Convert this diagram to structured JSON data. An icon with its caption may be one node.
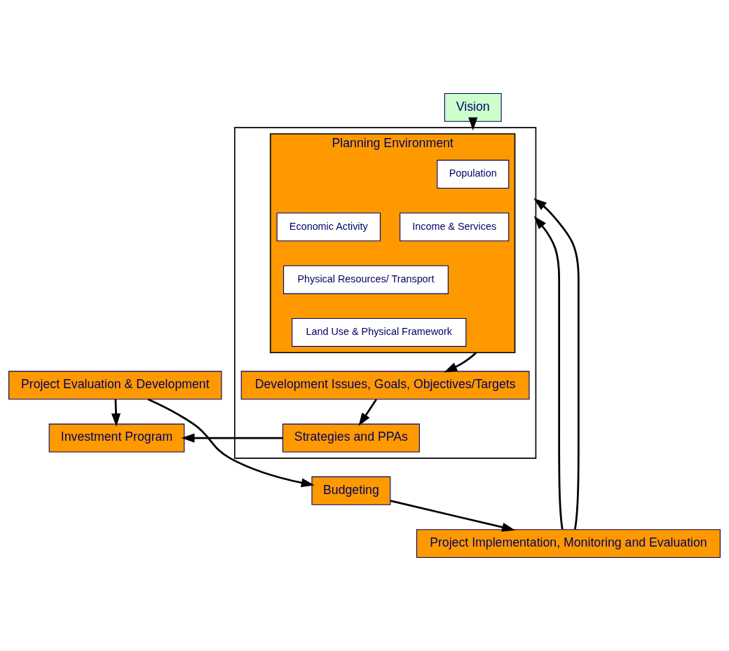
{
  "diagram": {
    "nodes": [
      {
        "text": [],
        "shape": "box"
      },
      {
        "text": [
          "Planning Environment"
        ],
        "in": 0
      },
      {
        "text": [
          "Population"
        ],
        "in": 1
      },
      {
        "text": [
          "Economic Activity"
        ],
        "in": 1
      },
      {
        "text": [
          "Physical Resources/ Transport"
        ],
        "in": 1
      },
      {
        "text": [
          "Income & Services"
        ],
        "in": 1
      },
      {
        "text": [
          "Land Use & Physical Framework"
        ],
        "in": 1
      },
      {
        "text": [
          "Development Issues, Goals, Objectives/Targets"
        ],
        "in": 0
      },
      {
        "text": [
          "Strategies and PPAs"
        ],
        "in": 0
      },
      {
        "text": [
          "Vision"
        ]
      },
      {
        "text": [
          "Project Evaluation & Development"
        ]
      },
      {
        "text": [
          "Investment Program"
        ]
      },
      {
        "text": [
          "Budgeting"
        ]
      },
      {
        "text": [
          "Project Implementation, Monitoring and Evaluation"
        ]
      }
    ],
    "edges": [
      {
        "from": 9,
        "to": 0,
        "arrow": "to"
      },
      {
        "from": 1,
        "to": 7,
        "arrow": "to"
      },
      {
        "from": 7,
        "to": 8,
        "arrow": "to"
      },
      {
        "from": 8,
        "to": 11,
        "arrow": "to"
      },
      {
        "from": 10,
        "to": 11,
        "arrow": "to"
      },
      {
        "from": 10,
        "to": 12,
        "arrow": "to"
      },
      {
        "from": 12,
        "to": 13,
        "arrow": "to"
      },
      {
        "from": 13,
        "to": 0,
        "arrow": "to"
      },
      {
        "from": 13,
        "to": 0,
        "arrow": "to"
      }
    ]
  }
}
